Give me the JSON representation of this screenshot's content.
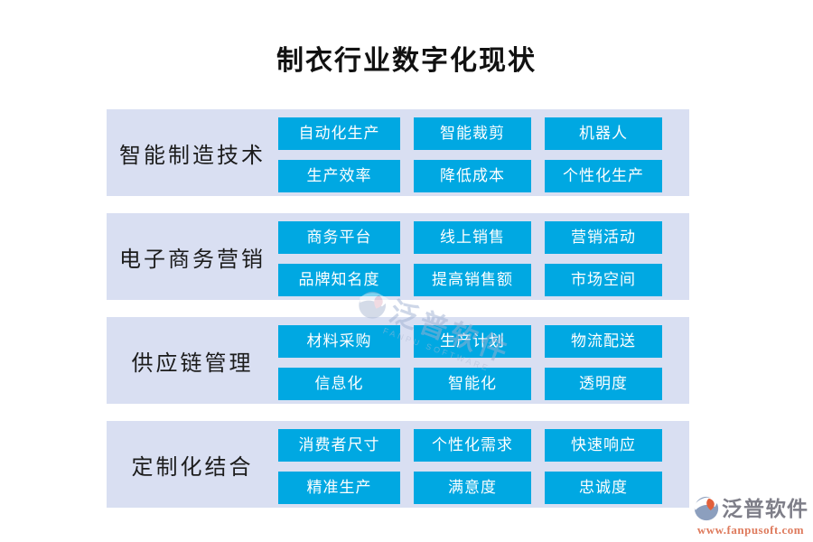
{
  "title": "制衣行业数字化现状",
  "rows": [
    {
      "category": "智能制造技术",
      "tags": [
        "自动化生产",
        "智能裁剪",
        "机器人",
        "生产效率",
        "降低成本",
        "个性化生产"
      ]
    },
    {
      "category": "电子商务营销",
      "tags": [
        "商务平台",
        "线上销售",
        "营销活动",
        "品牌知名度",
        "提高销售额",
        "市场空间"
      ]
    },
    {
      "category": "供应链管理",
      "tags": [
        "材料采购",
        "生产计划",
        "物流配送",
        "信息化",
        "智能化",
        "透明度"
      ]
    },
    {
      "category": "定制化结合",
      "tags": [
        "消费者尺寸",
        "个性化需求",
        "快速响应",
        "精准生产",
        "满意度",
        "忠诚度"
      ]
    }
  ],
  "watermark": {
    "text": "泛普软件",
    "subtext": "FANPU SOFTWARE"
  },
  "brand": {
    "name": "泛普软件",
    "url": "www.fanpusoft.com"
  },
  "colors": {
    "tag_blue": "#00A8E2",
    "panel_bg": "#D9DFF2",
    "brand_gray": "#7E7E88",
    "brand_orange": "#DE7A5C"
  }
}
